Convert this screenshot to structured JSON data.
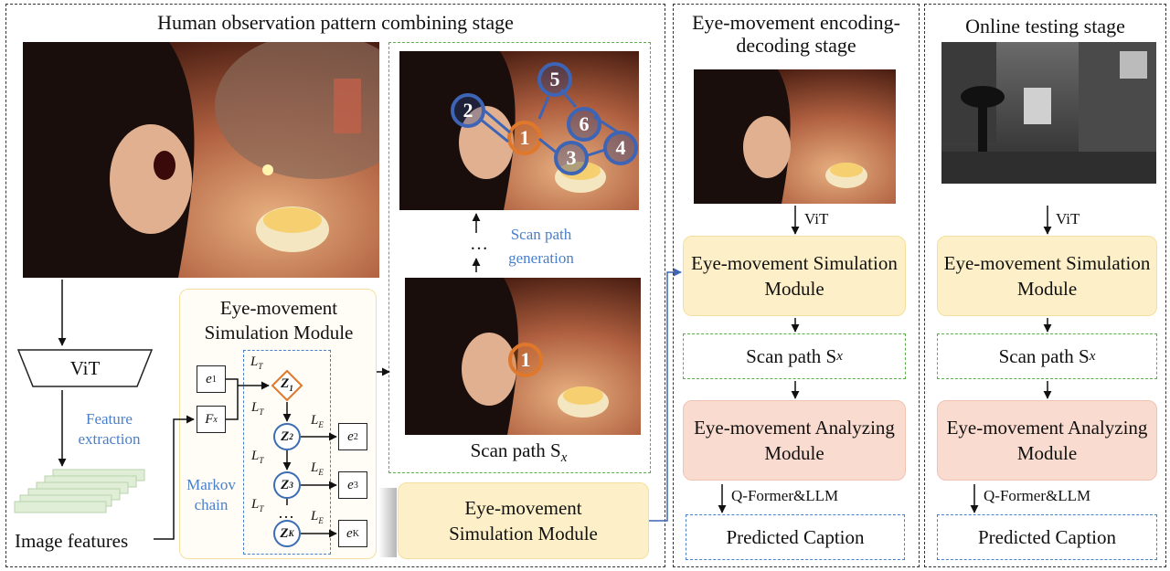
{
  "stages": {
    "combining": {
      "title": "Human observation pattern combining stage",
      "vit": "ViT",
      "feature_extraction": "Feature extraction",
      "image_features": "Image features",
      "esm_title": "Eye-movement Simulation Module",
      "markov_chain": "Markov chain",
      "scan_path_generation": "Scan path generation",
      "scan_path_label": "Scan path S",
      "scan_path_sub": "x",
      "esm_bottom": "Eye-movement Simulation Module",
      "ellipsis": "…",
      "inputs": {
        "e1": "e",
        "e1_sub": "1",
        "fx": "F",
        "fx_sub": "x"
      },
      "nodes": [
        {
          "label": "Z",
          "sub": "1"
        },
        {
          "label": "Z",
          "sub": "2"
        },
        {
          "label": "Z",
          "sub": "3"
        },
        {
          "label": "Z",
          "sub": "K"
        }
      ],
      "outputs": [
        {
          "label": "e",
          "sub": "2"
        },
        {
          "label": "e",
          "sub": "3"
        },
        {
          "label": "e",
          "sub": "K"
        }
      ],
      "edge_labels": {
        "lt": "L",
        "lt_sub": "T",
        "le": "L",
        "le_sub": "E"
      },
      "fixations_top": [
        "2",
        "1",
        "5",
        "6",
        "3",
        "4"
      ],
      "fixations_bottom": [
        "1"
      ]
    },
    "encoding": {
      "title": "Eye-movement encoding-decoding stage",
      "vit": "ViT",
      "esm": "Eye-movement Simulation Module",
      "scan_path": "Scan path S",
      "scan_path_sub": "x",
      "eam": "Eye-movement Analyzing Module",
      "qformer": "Q-Former&LLM",
      "caption": "Predicted Caption"
    },
    "testing": {
      "title": "Online testing stage",
      "vit": "ViT",
      "esm": "Eye-movement Simulation Module",
      "scan_path": "Scan path S",
      "scan_path_sub": "x",
      "eam": "Eye-movement Analyzing Module",
      "qformer": "Q-Former&LLM",
      "caption": "Predicted Caption"
    }
  },
  "colors": {
    "module_yellow": "#fdf0c8",
    "module_pink": "#fadbd0",
    "green_dash": "#5cae4c",
    "blue_dash": "#4a7fc9",
    "fixation_blue": "#3d64b5",
    "fixation_orange": "#e0782c"
  }
}
